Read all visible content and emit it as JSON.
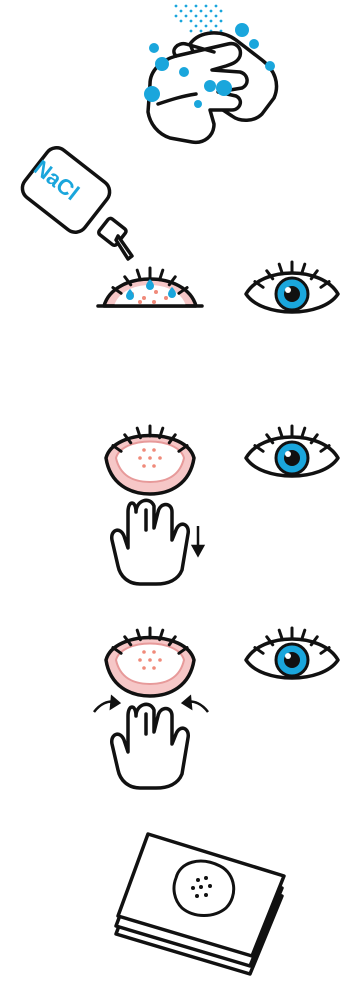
{
  "colors": {
    "stroke": "#111111",
    "accent_blue": "#1aa6dc",
    "pink_inner": "#f6c7c7",
    "pink_rim": "#e79a9a",
    "dots": "#f08a7a",
    "paper": "#ffffff"
  },
  "steps": [
    {
      "id": "wash-hands",
      "icon": "hands-washing-icon"
    },
    {
      "id": "rinse-eye",
      "icon": "saline-bottle-icon",
      "bottle_label": "NaCl"
    },
    {
      "id": "pull-lower-lid",
      "icon": "finger-pull-down-icon"
    },
    {
      "id": "spread-lid",
      "icon": "finger-spread-icon"
    },
    {
      "id": "take-tissue",
      "icon": "tissue-stack-icon"
    }
  ]
}
